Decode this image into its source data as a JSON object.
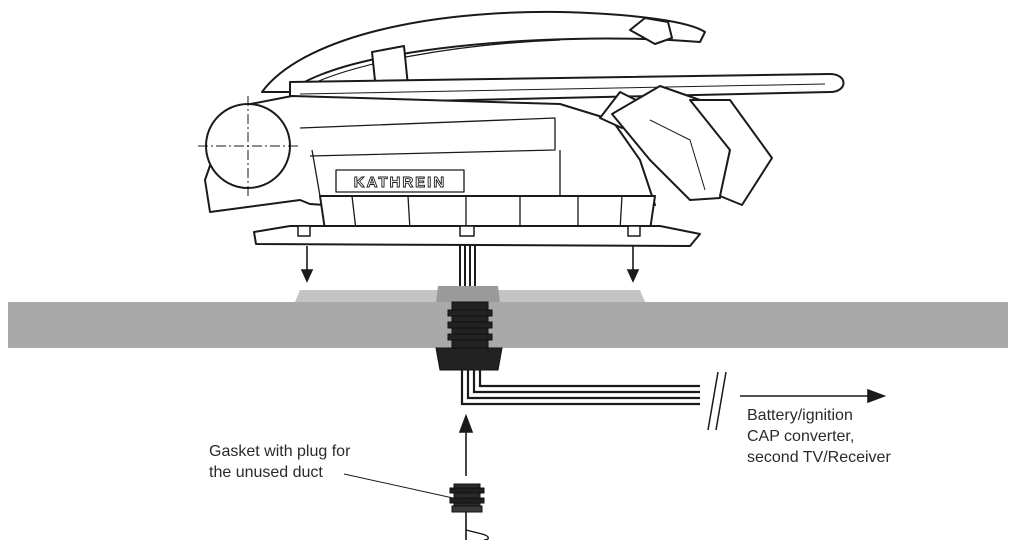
{
  "brand": "KATHREIN",
  "labels": {
    "gasket_line1": "Gasket with plug for",
    "gasket_line2": "the unused duct",
    "dest_line1": "Battery/ignition",
    "dest_line2": "CAP converter,",
    "dest_line3": "second TV/Receiver"
  },
  "colors": {
    "roof": "#a9a9a9",
    "roof_plate": "#c4c4c4",
    "cable": "#1a1a1a",
    "gland": "#222222",
    "line": "#1a1a1a",
    "text": "#2a2a2a"
  }
}
